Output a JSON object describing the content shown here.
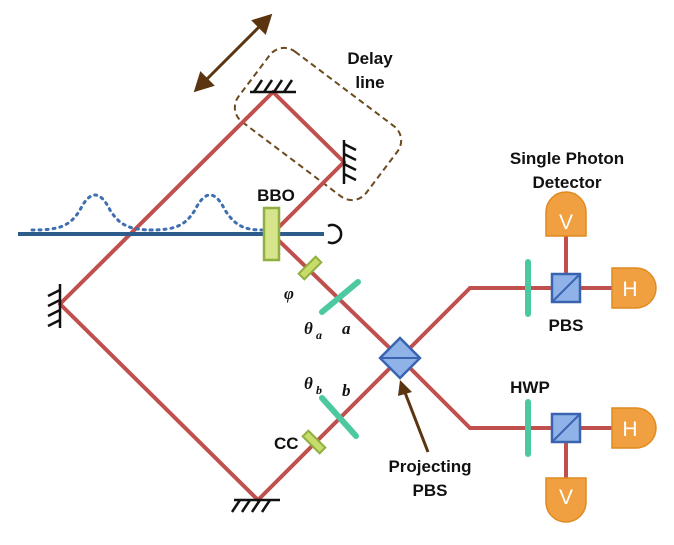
{
  "colors": {
    "beam": "#c0504d",
    "main_line": "#2e5c8a",
    "pulse": "#3f6fb0",
    "waveplate": "#4cc9a0",
    "compensator": "#a8c44a",
    "bbo_fill": "#d6e58c",
    "bbo_stroke": "#8fb040",
    "pbs_fill": "#8fb3e8",
    "pbs_stroke": "#3a64b0",
    "detector": "#f0a040",
    "delay_box": "#6b4a1f",
    "arrow": "#5a3510"
  },
  "labels": {
    "delay_line_1": "Delay",
    "delay_line_2": "line",
    "bbo": "BBO",
    "single_photon_1": "Single Photon",
    "single_photon_2": "Detector",
    "phi": "φ",
    "theta_a": "θ",
    "theta_a_sub": "a",
    "a": "a",
    "theta_b": "θ",
    "theta_b_sub": "b",
    "b": "b",
    "cc": "CC",
    "projecting_1": "Projecting",
    "projecting_2": "PBS",
    "pbs": "PBS",
    "hwp": "HWP"
  },
  "detectors": {
    "top_v": "V",
    "top_h": "H",
    "bottom_h": "H",
    "bottom_v": "V"
  }
}
